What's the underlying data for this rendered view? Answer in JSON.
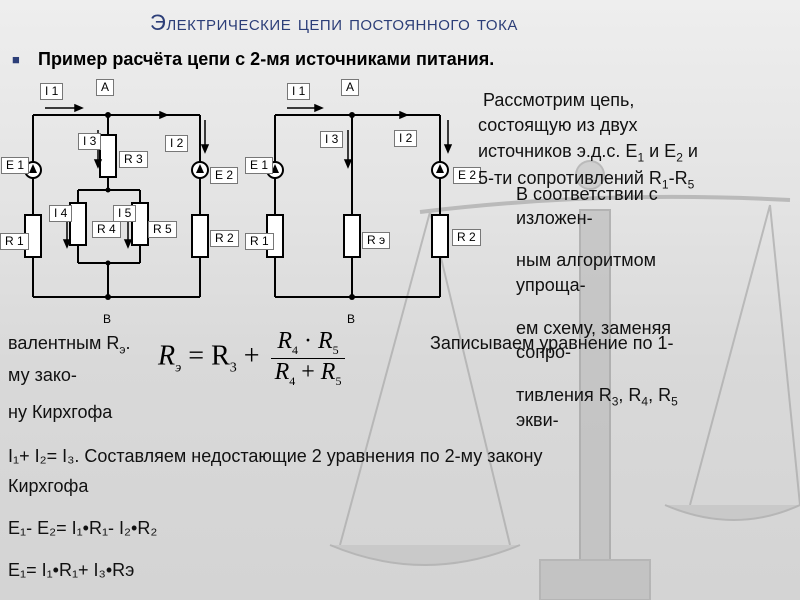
{
  "slide": {
    "title": "Электрические цепи постоянного тока",
    "subtitle": "Пример расчёта цепи с 2-мя источниками питания."
  },
  "text": {
    "p1_l1": "Рассмотрим цепь,",
    "p1_l2": "состоящую   из двух",
    "p1_l3a": "источников э.д.с. E",
    "p1_l3b": "1",
    "p1_l3c": " и E",
    "p1_l3d": "2",
    "p1_l3e": " и",
    "p1_l4a": "5-ти сопротивлений R",
    "p1_l4b": "1",
    "p1_l4c": "-R",
    "p1_l4d": "5",
    "p2_l1": "В соответствии с",
    "p2_l2": "изложен-",
    "p2_l3": "ным алгоритмом",
    "p2_l4": "упроща-",
    "p2_l5": "ем схему, заменяя",
    "p2_l6": "сопро-",
    "p2_l7a": "тивления R",
    "p2_l7b": "3",
    "p2_l7c": ", R",
    "p2_l7d": "4",
    "p2_l7e": ", R",
    "p2_l7f": "5",
    "p2_l8": "экви-",
    "p3_a": "валентным R",
    "p3_b": "э",
    "p3_c": ".",
    "p3_d": "Записываем уравнение по 1-",
    "p3_e": "му зако-",
    "p3_f": "ну Кирхгофа",
    "eq1": "I₁+ I₂= I₃.  Составляем недостающие 2 уравнения по 2-му закону",
    "eq1b": "Кирхгофа",
    "eq2": "E₁- E₂= I₁•R₁- I₂•R₂",
    "eq3": "E₁= I₁•R₁+ I₃•Rэ"
  },
  "formula": {
    "lhs": "R",
    "lhs_sub": "э",
    "eq": "= R",
    "r3_sub": "3",
    "plus": "+",
    "num_a": "R",
    "num_a_sub": "4",
    "num_dot": "·",
    "num_b": "R",
    "num_b_sub": "5",
    "den_a": "R",
    "den_a_sub": "4",
    "den_plus": "+",
    "den_b": "R",
    "den_b_sub": "5"
  },
  "circuit1": {
    "I1": "I 1",
    "A": "A",
    "I3": "I 3",
    "R3": "R 3",
    "I2": "I 2",
    "E1": "E 1",
    "E2": "E 2",
    "I4": "I 4",
    "I5": "I 5",
    "R4": "R 4",
    "R5": "R 5",
    "R1": "R 1",
    "R2": "R 2",
    "B": "B"
  },
  "circuit2": {
    "I1": "I 1",
    "A": "A",
    "I3": "I 3",
    "I2": "I 2",
    "E1": "E 1",
    "E2": "E 2",
    "R1": "R 1",
    "Re": "R э",
    "R2": "R 2",
    "B": "B"
  }
}
